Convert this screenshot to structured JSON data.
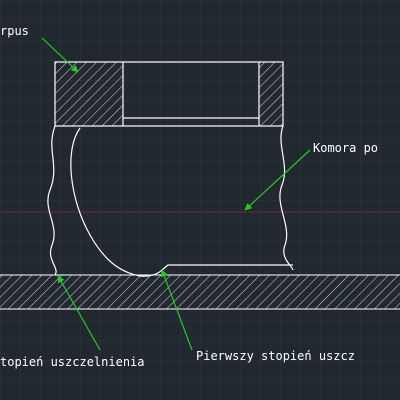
{
  "drawing": {
    "colors": {
      "background": "#212830",
      "grid": "#2c343d",
      "geometry": "#ffffff",
      "hatch": "#d6d6d6",
      "leader": "#1fcf1f",
      "label_text": "#ffffff",
      "center_line": "#7a2a2a"
    },
    "labels": {
      "korpus": "rpus",
      "komora": "Komora po",
      "drugi_stopien": "topień uszczelnienia",
      "pierwszy_stopien": "Pierwszy stopień uszcz"
    }
  }
}
